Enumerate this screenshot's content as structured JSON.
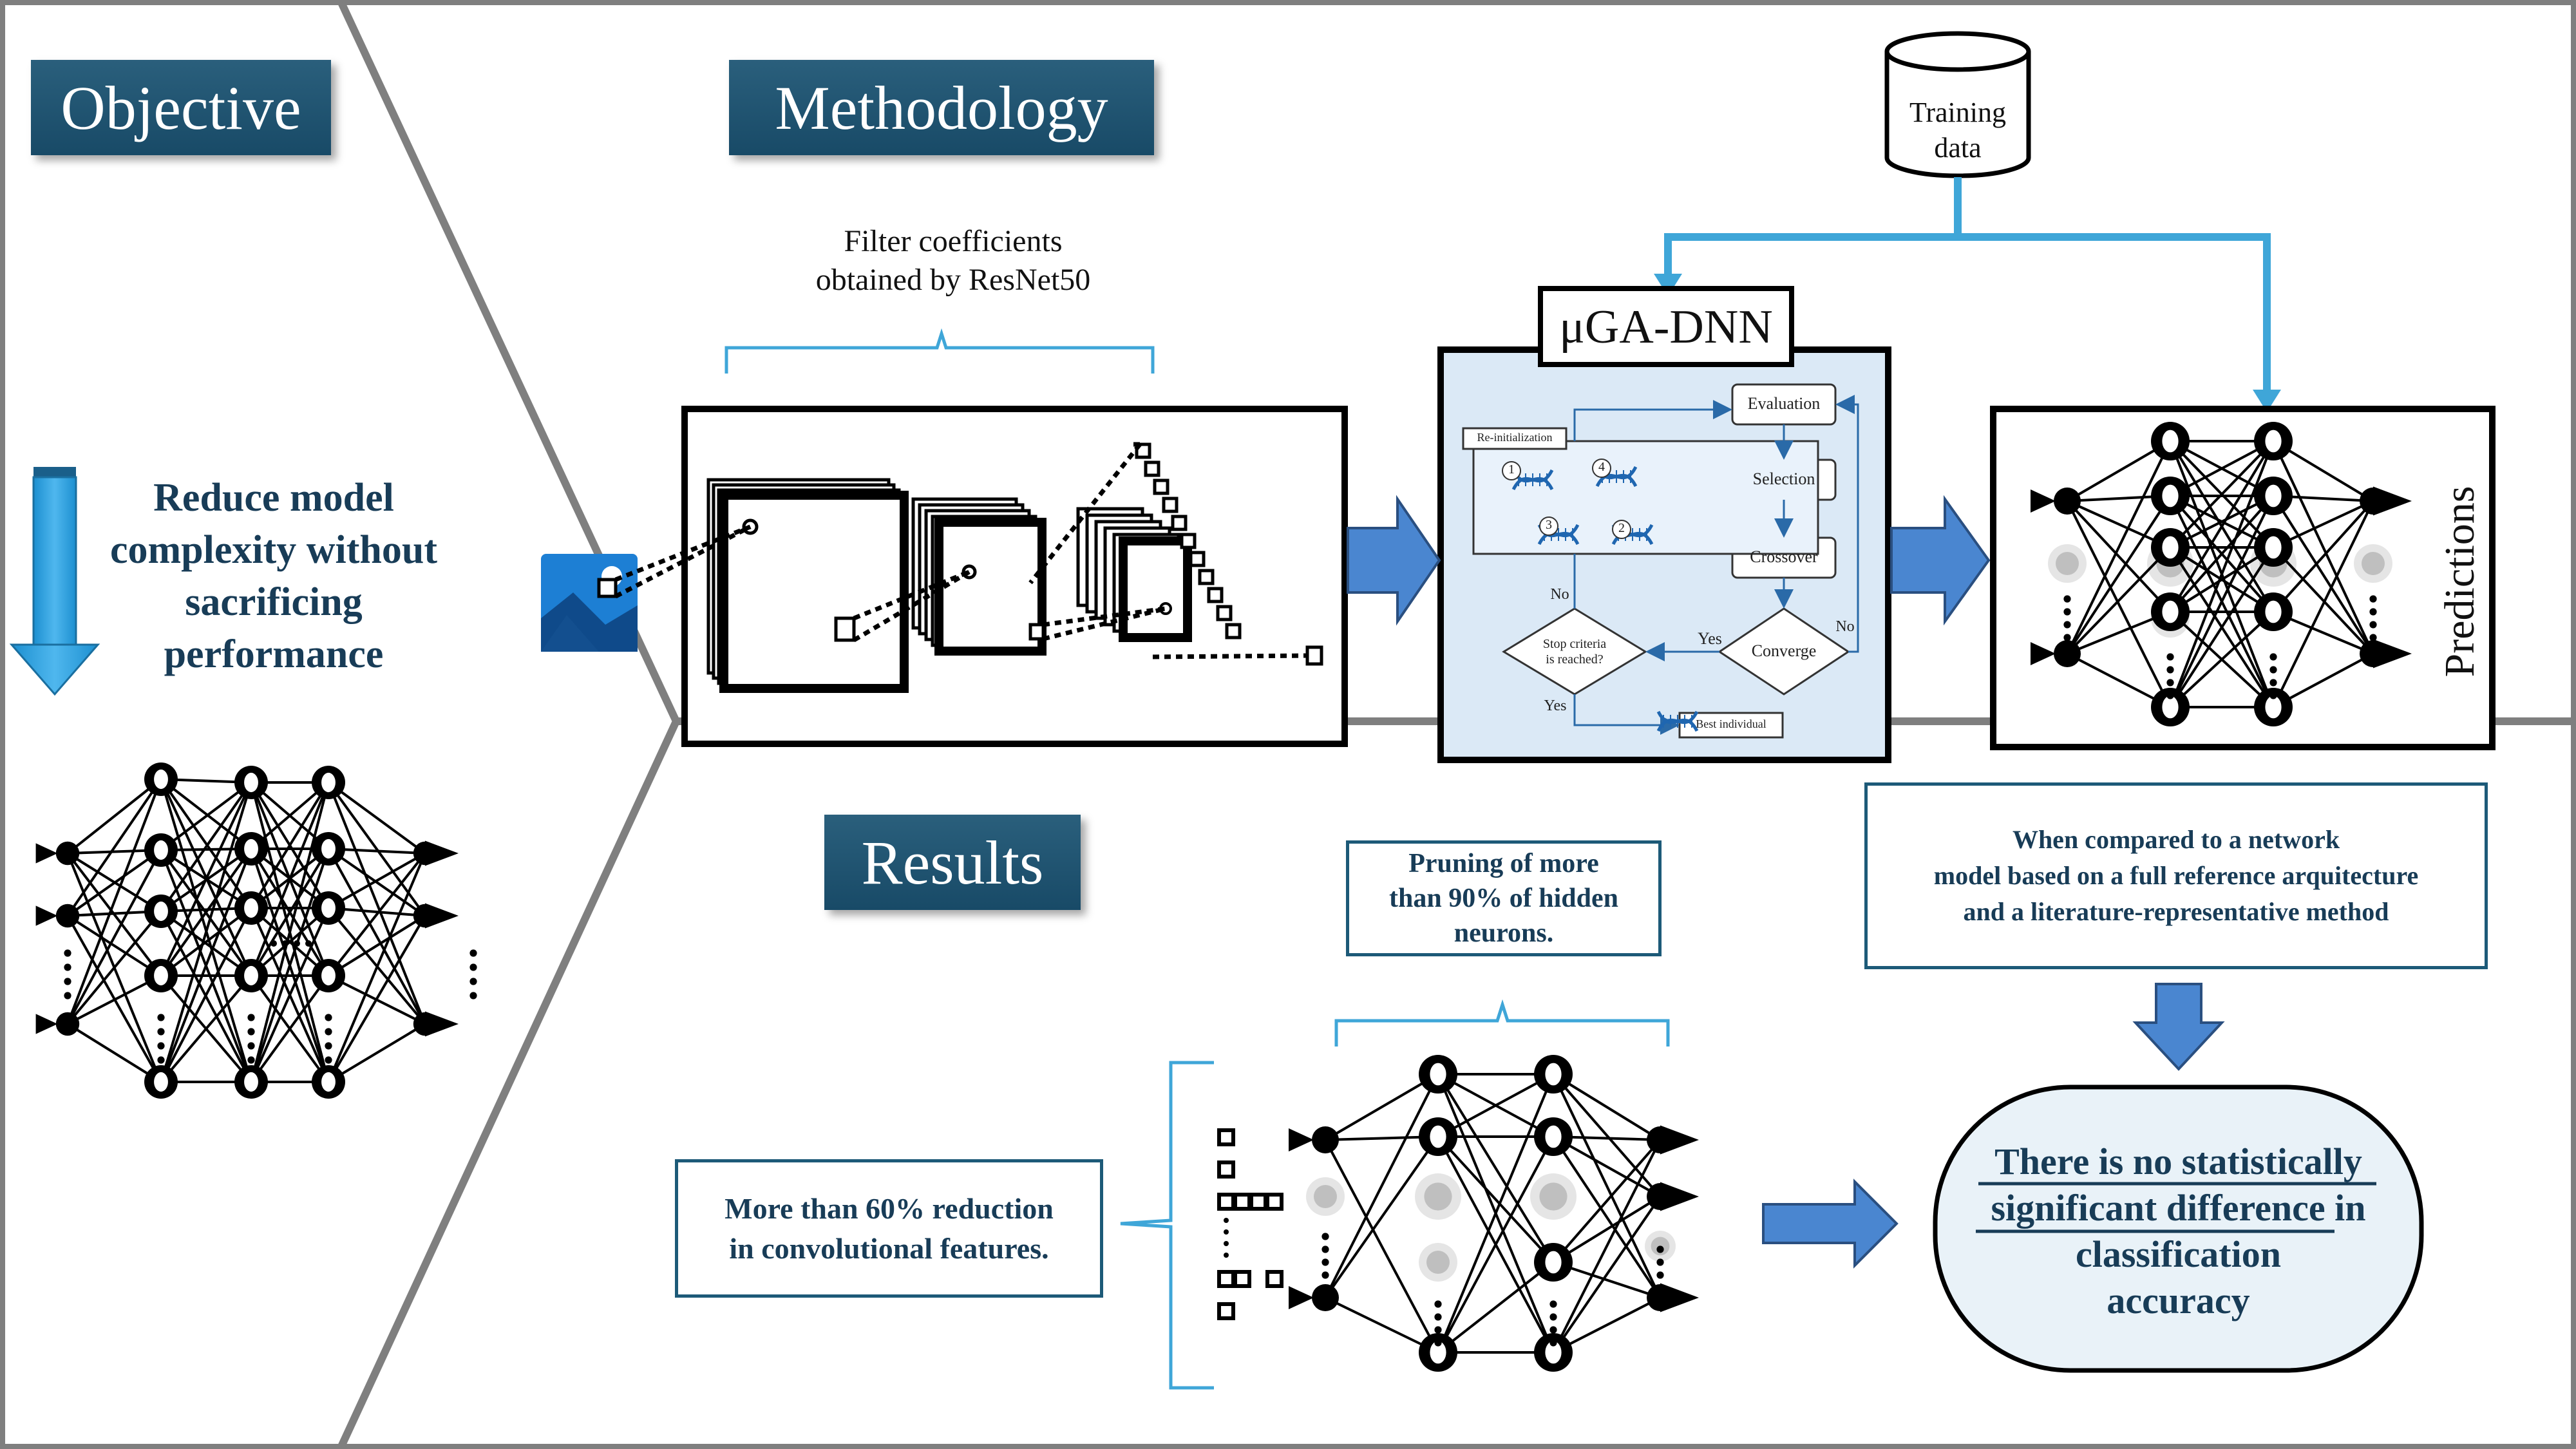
{
  "sections": {
    "objective": "Objective",
    "methodology": "Methodology",
    "results": "Results"
  },
  "objective_text": [
    "Reduce model",
    "complexity without",
    "sacrificing",
    "performance"
  ],
  "filter_label": [
    "Filter coefficients",
    "obtained by ResNet50"
  ],
  "training_data": [
    "Training",
    "data"
  ],
  "uga_title": "μGA-DNN",
  "ga_flow": {
    "reinit": "Re-initialization",
    "evaluation": "Evaluation",
    "selection": "Selection",
    "crossover": "Crossover",
    "converge": "Converge",
    "stop": [
      "Stop criteria",
      "is reached?"
    ],
    "best": "Best individual",
    "yes1": "Yes",
    "yes2": "Yes",
    "no1": "No",
    "no2": "No",
    "numbers": [
      "1",
      "4",
      "3",
      "2"
    ]
  },
  "predictions": "Predictions",
  "pruning_text": [
    "Pruning of more",
    "than 90% of hidden",
    "neurons."
  ],
  "comparison_text": [
    "When compared to a network",
    "model based on a full reference arquitecture",
    "and a literature-representative method"
  ],
  "reduction_text": [
    "More than 60% reduction",
    "in convolutional features."
  ],
  "conclusion": {
    "underlined": [
      "There is no statistically",
      "significant difference"
    ],
    "rest": [
      "in",
      "classification",
      "accuracy"
    ]
  },
  "colors": {
    "header": "#1f5370",
    "accent_blue": "#3fa6d8",
    "arrow_blue": "#4a86d0",
    "dark_text": "#183c57",
    "divider": "#7f7f7f"
  }
}
